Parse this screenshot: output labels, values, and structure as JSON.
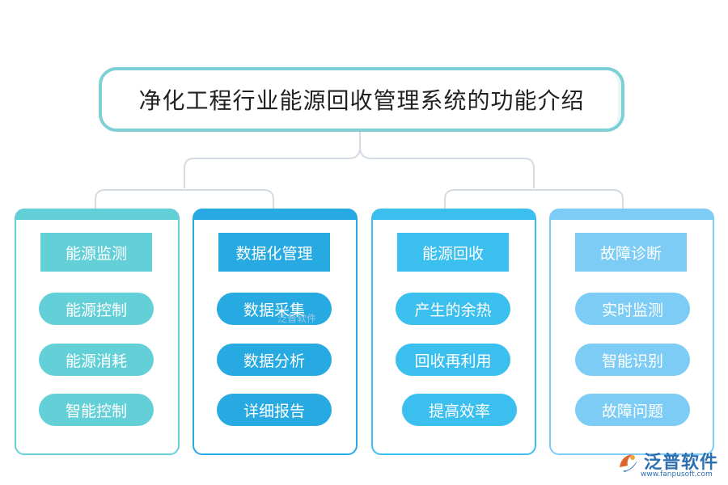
{
  "title": "净化工程行业能源回收管理系统的功能介绍",
  "watermark": "泛普软件",
  "logo": {
    "name": "泛普软件",
    "url": "www.fanpusoft.com"
  },
  "colors": {
    "title_border": "#7fd0d6",
    "connector": "#d4dbe2",
    "cards": [
      "#63d0d8",
      "#27a9e1",
      "#3bbfee",
      "#7dccf5"
    ]
  },
  "categories": [
    {
      "header": "能源监测",
      "items": [
        "能源控制",
        "能源消耗",
        "智能控制"
      ]
    },
    {
      "header": "数据化管理",
      "items": [
        "数据采集",
        "数据分析",
        "详细报告"
      ]
    },
    {
      "header": "能源回收",
      "items": [
        "产生的余热",
        "回收再利用",
        "提高效率"
      ]
    },
    {
      "header": "故障诊断",
      "items": [
        "实时监测",
        "智能识别",
        "故障问题"
      ]
    }
  ]
}
